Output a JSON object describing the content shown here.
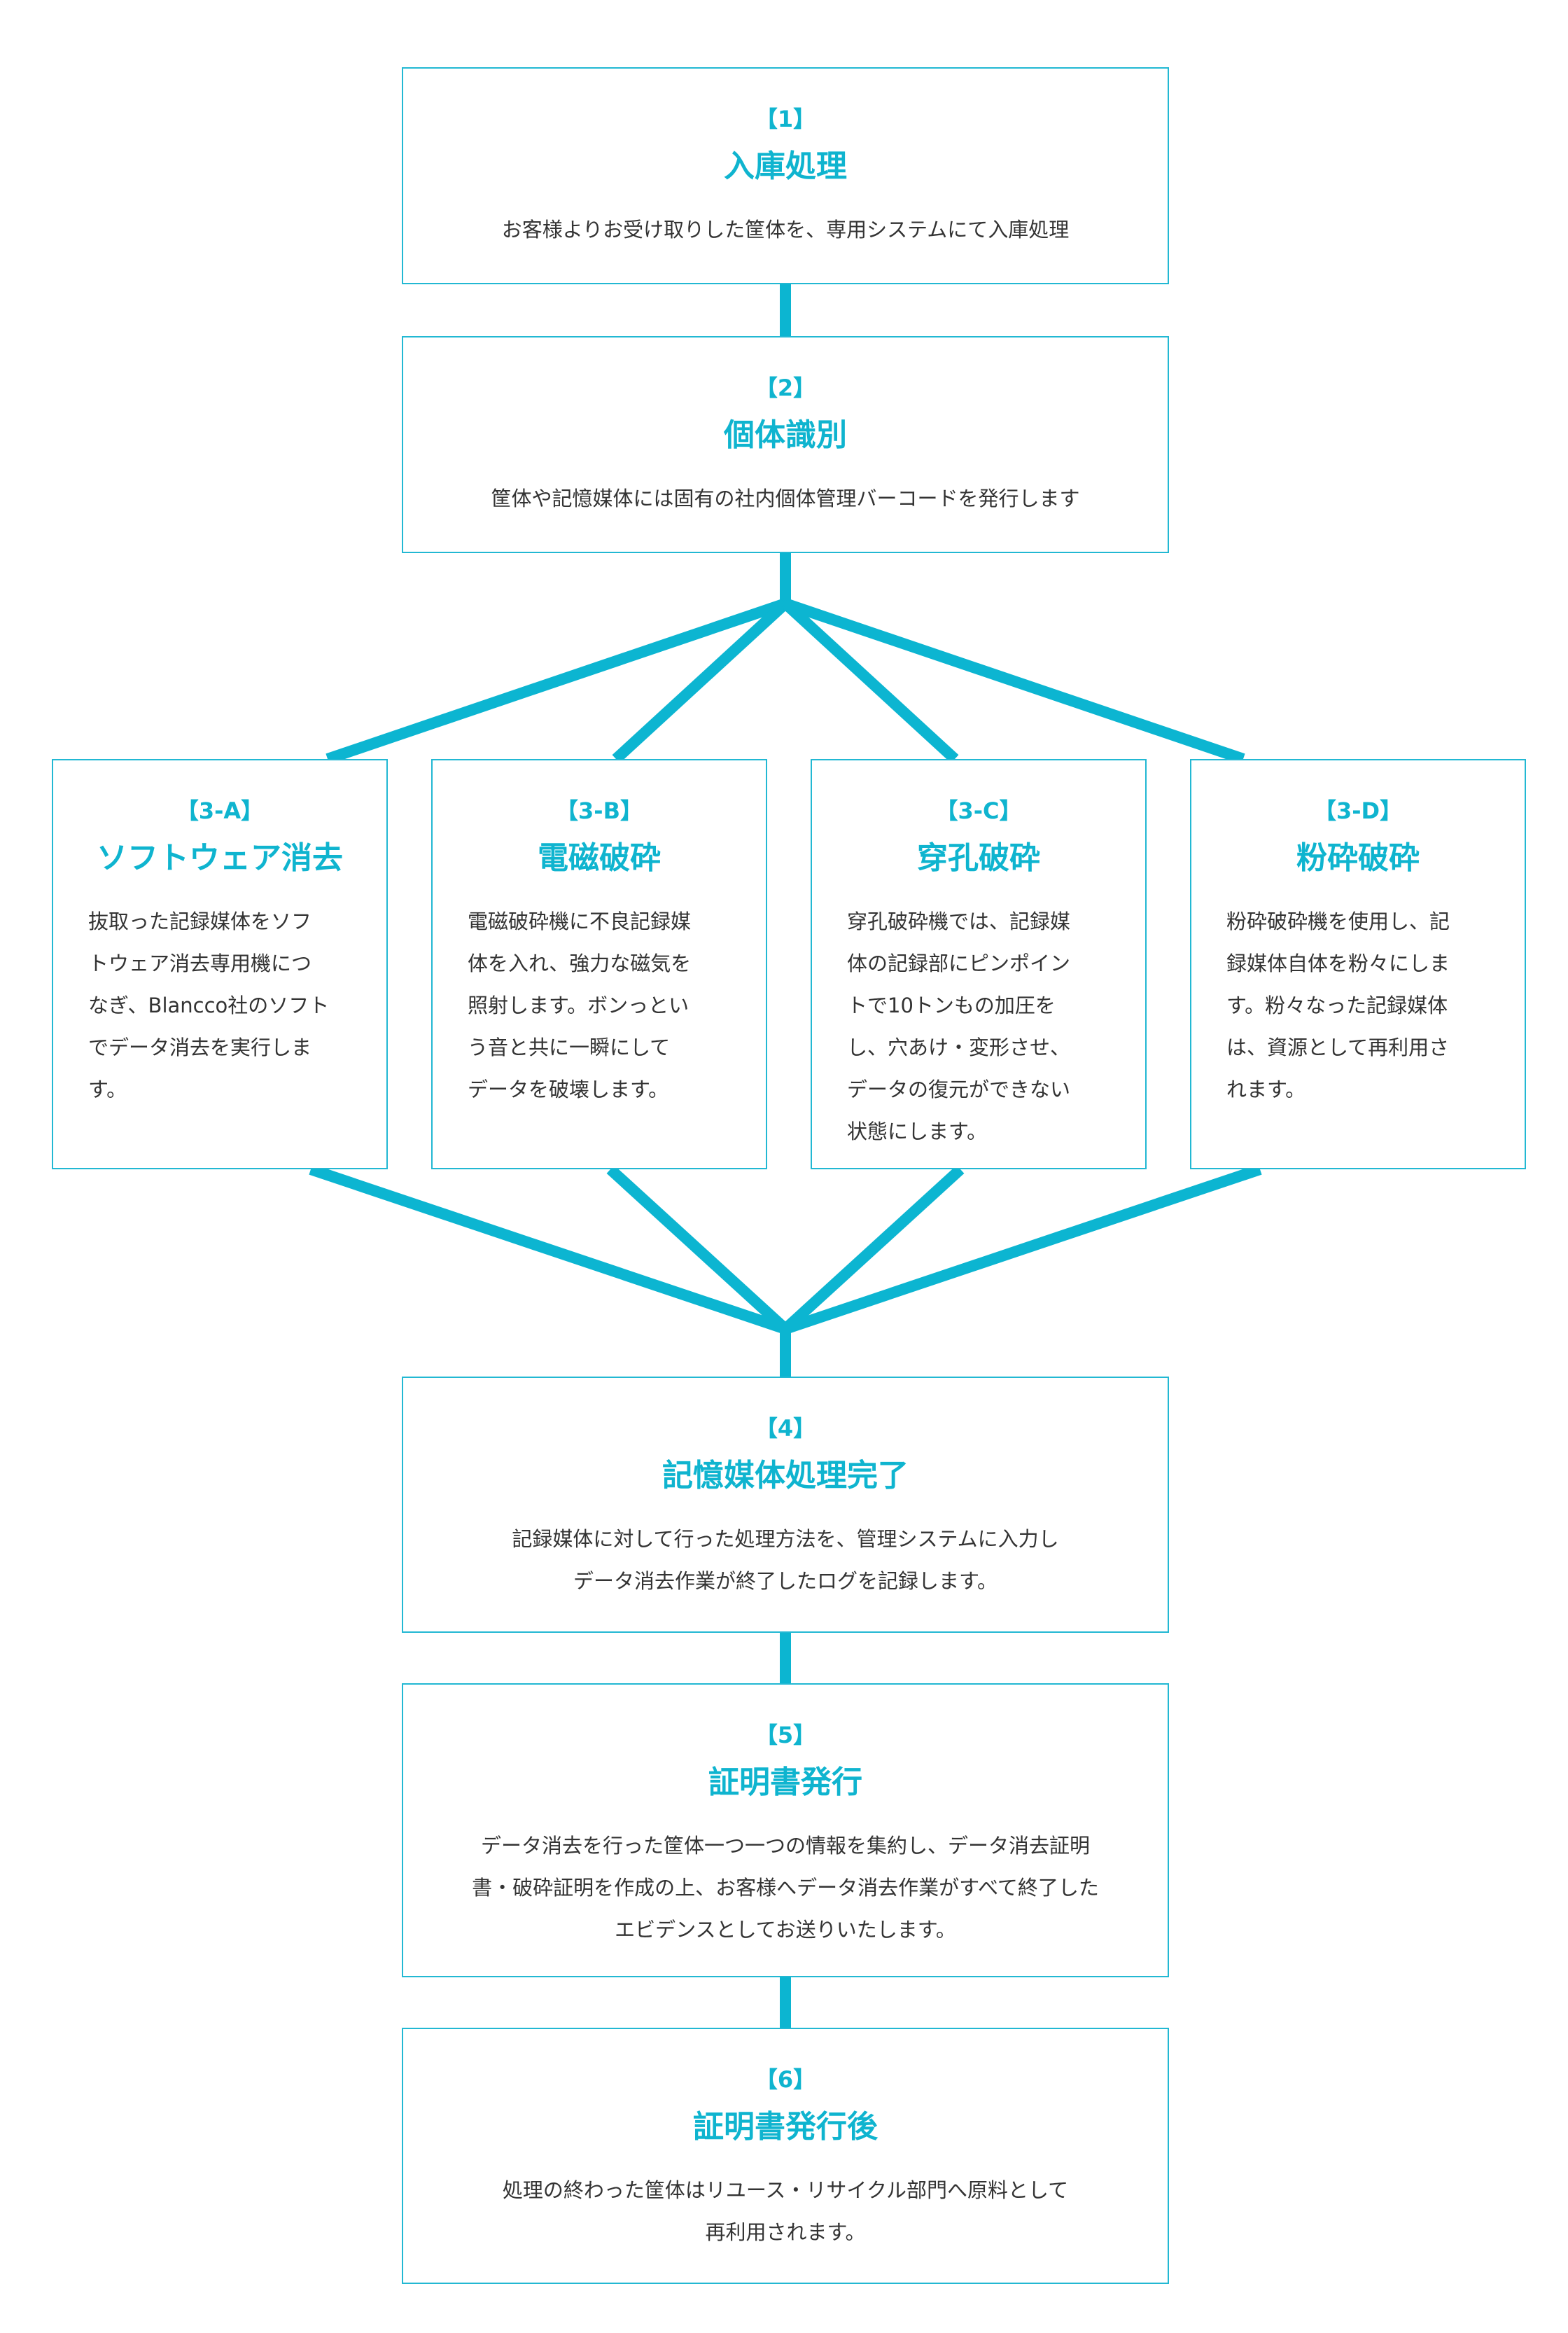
{
  "colors": {
    "accent": "#0fb4cf",
    "border": "#22b8d3",
    "connector": "#0cb5d1",
    "text": "#333333"
  },
  "steps": [
    {
      "num": "【1】",
      "title": "入庫処理",
      "desc": "お客様よりお受け取りした筐体を、専用システムにて入庫処理"
    },
    {
      "num": "【2】",
      "title": "個体識別",
      "desc": "筐体や記憶媒体には固有の社内個体管理バーコードを発行します"
    },
    {
      "num": "【4】",
      "title": "記憶媒体処理完了",
      "desc": "記録媒体に対して行った処理方法を、管理システムに入力し\nデータ消去作業が終了したログを記録します。"
    },
    {
      "num": "【5】",
      "title": "証明書発行",
      "desc": "データ消去を行った筐体一つ一つの情報を集約し、データ消去証明\n書・破砕証明を作成の上、お客様へデータ消去作業がすべて終了した\nエビデンスとしてお送りいたします。"
    },
    {
      "num": "【6】",
      "title": "証明書発行後",
      "desc": "処理の終わった筐体はリユース・リサイクル部門へ原料として\n再利用されます。"
    }
  ],
  "methods": [
    {
      "num": "【3-A】",
      "title": "ソフトウェア消去",
      "desc": "抜取った記録媒体をソフ\nトウェア消去専用機につ\nなぎ、Blancco社のソフト\nでデータ消去を実行しま\nす。"
    },
    {
      "num": "【3-B】",
      "title": "電磁破砕",
      "desc": "電磁破砕機に不良記録媒\n体を入れ、強力な磁気を\n照射します。ボンっとい\nう音と共に一瞬にして\nデータを破壊します。"
    },
    {
      "num": "【3-C】",
      "title": "穿孔破砕",
      "desc": "穿孔破砕機では、記録媒\n体の記録部にピンポイン\nトで10トンもの加圧を\nし、穴あけ・変形させ、\nデータの復元ができない\n状態にします。"
    },
    {
      "num": "【3-D】",
      "title": "粉砕破砕",
      "desc": "粉砕破砕機を使用し、記\n録媒体自体を粉々にしま\nす。粉々なった記録媒体\nは、資源として再利用さ\nれます。"
    }
  ]
}
